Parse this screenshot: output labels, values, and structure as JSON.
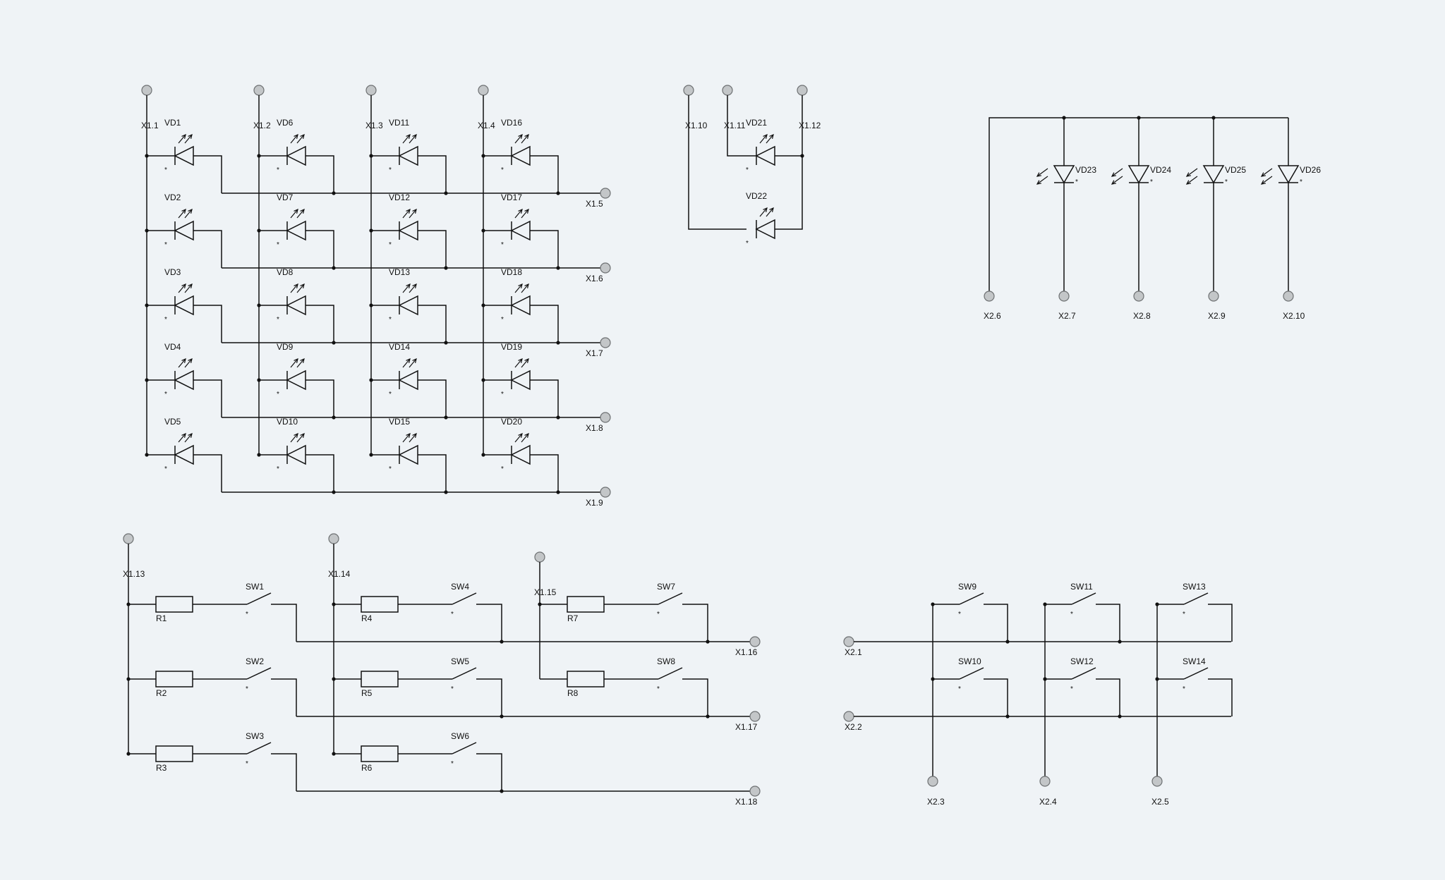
{
  "colors": {
    "background": "#eff3f6",
    "wire": "#111111",
    "pin_fill": "#c3c6c8",
    "pin_stroke": "#6e7173"
  },
  "diagram": {
    "led_matrix": {
      "columns": [
        {
          "pin": "X1.1",
          "leds": [
            "VD1",
            "VD2",
            "VD3",
            "VD4",
            "VD5"
          ]
        },
        {
          "pin": "X1.2",
          "leds": [
            "VD6",
            "VD7",
            "VD8",
            "VD9",
            "VD10"
          ]
        },
        {
          "pin": "X1.3",
          "leds": [
            "VD11",
            "VD12",
            "VD13",
            "VD14",
            "VD15"
          ]
        },
        {
          "pin": "X1.4",
          "leds": [
            "VD16",
            "VD17",
            "VD18",
            "VD19",
            "VD20"
          ]
        }
      ],
      "row_pins": [
        "X1.5",
        "X1.6",
        "X1.7",
        "X1.8",
        "X1.9"
      ]
    },
    "bicolor_group": {
      "pins": [
        "X1.10",
        "X1.11",
        "X1.12"
      ],
      "leds": [
        "VD21",
        "VD22"
      ]
    },
    "photodiode_group": {
      "pins": [
        "X2.6",
        "X2.7",
        "X2.8",
        "X2.9",
        "X2.10"
      ],
      "diodes": [
        "VD23",
        "VD24",
        "VD25",
        "VD26"
      ]
    },
    "switch_matrix": {
      "groups": [
        {
          "pin": "X1.13",
          "rows": [
            {
              "resistor": "R1",
              "switch": "SW1"
            },
            {
              "resistor": "R2",
              "switch": "SW2"
            },
            {
              "resistor": "R3",
              "switch": "SW3"
            }
          ]
        },
        {
          "pin": "X1.14",
          "rows": [
            {
              "resistor": "R4",
              "switch": "SW4"
            },
            {
              "resistor": "R5",
              "switch": "SW5"
            },
            {
              "resistor": "R6",
              "switch": "SW6"
            }
          ]
        },
        {
          "pin": "X1.15",
          "rows": [
            {
              "resistor": "R7",
              "switch": "SW7"
            },
            {
              "resistor": "R8",
              "switch": "SW8"
            }
          ]
        }
      ],
      "row_pins": [
        "X1.16",
        "X1.17",
        "X1.18"
      ]
    },
    "keypad": {
      "row_pins": [
        "X2.1",
        "X2.2"
      ],
      "col_pins": [
        "X2.3",
        "X2.4",
        "X2.5"
      ],
      "switches": [
        [
          "SW9",
          "SW10"
        ],
        [
          "SW11",
          "SW12"
        ],
        [
          "SW13",
          "SW14"
        ]
      ]
    },
    "pin1_marker": "*"
  }
}
